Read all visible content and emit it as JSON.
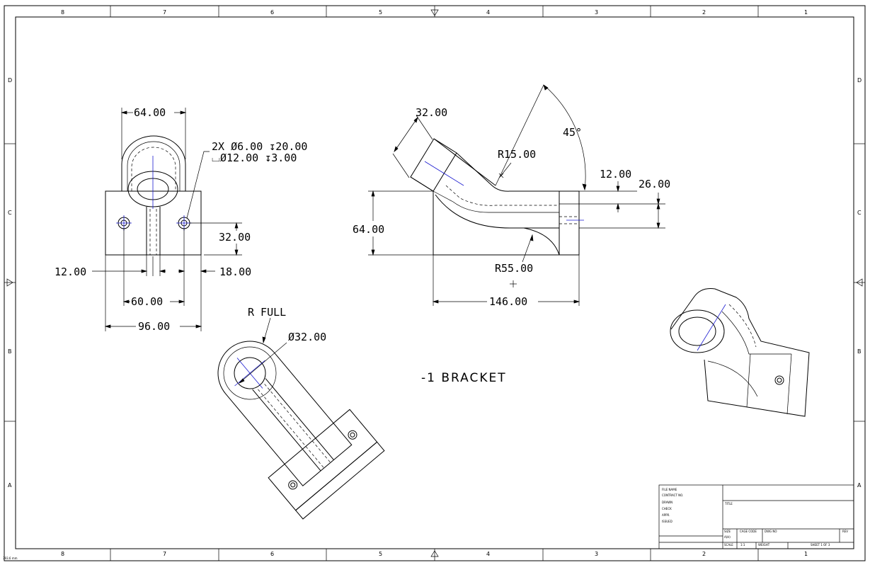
{
  "drawing": {
    "part_title": "-1 BRACKET",
    "scale_readout": "393.6 mm"
  },
  "zones": {
    "columns": [
      "8",
      "7",
      "6",
      "5",
      "4",
      "3",
      "2",
      "1"
    ],
    "rows": [
      "D",
      "C",
      "B",
      "A"
    ]
  },
  "dimensions": {
    "front_width_top": "64.00",
    "hole_callout_line1": "2X Ø6.00 ↧20.00",
    "hole_callout_line2": "⌴Ø12.00 ↧3.00",
    "front_height": "32.00",
    "front_left_offset": "12.00",
    "front_right_offset": "18.00",
    "hole_spacing": "60.00",
    "front_base_width": "96.00",
    "side_tube_length": "32.00",
    "side_angle": "45°",
    "side_radius_small": "R15.00",
    "side_step": "12.00",
    "side_bore_height": "26.00",
    "side_height": "64.00",
    "side_radius_large": "R55.00",
    "side_length": "146.00",
    "top_radius": "R FULL",
    "top_bore": "Ø32.00"
  },
  "title_block": {
    "left_labels": [
      "FILE NAME",
      "CONTRACT NO.",
      "DRAWN",
      "CHECK",
      "APPR.",
      "ISSUED"
    ],
    "title_label": "TITLE",
    "size_label": "SIZE",
    "fscm_label": "CAGE CODE",
    "dwg_label": "DWG NO",
    "rev_label": "REV",
    "scale_label": "SCALE",
    "scale_value": "1:1",
    "weight_label": "WEIGHT",
    "sheet_label": "SHEET 1 OF 3",
    "size_value": "A(H)"
  }
}
